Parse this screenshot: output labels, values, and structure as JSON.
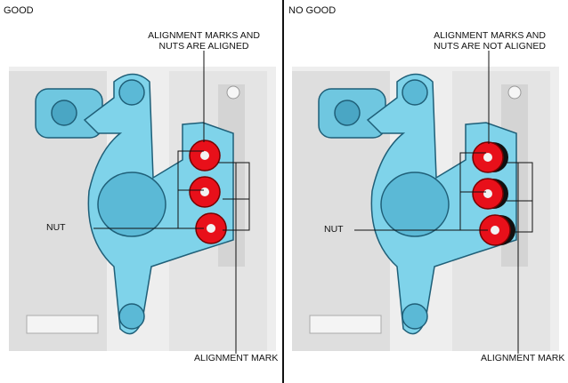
{
  "panels": [
    {
      "heading": "GOOD",
      "top_label_line1": "ALIGNMENT MARKS AND",
      "top_label_line2": "NUTS ARE ALIGNED",
      "nut_label": "NUT",
      "bottom_label": "ALIGNMENT MARK"
    },
    {
      "heading": "NO GOOD",
      "top_label_line1": "ALIGNMENT MARKS AND",
      "top_label_line2": "NUTS ARE NOT ALIGNED",
      "nut_label": "NUT",
      "bottom_label": "ALIGNMENT MARK"
    }
  ],
  "colors": {
    "bracket": "#7fd3ea",
    "bracket_edge": "#1f5f78",
    "nut": "#e8101a",
    "background_part": "#d9d9d9"
  }
}
